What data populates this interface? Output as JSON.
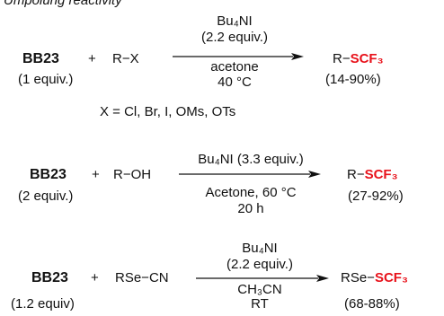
{
  "header": {
    "text": "Umpolung reactivity"
  },
  "reactions": [
    {
      "reagent": "BB23",
      "plus1": "+",
      "substrate": "R−X",
      "reagent_eq": "(1 equiv.)",
      "above": [
        "Bu₄NI",
        "(2.2 equiv.)"
      ],
      "below": [
        "acetone",
        "40 °C"
      ],
      "product_prefix": "R−",
      "product_group": "SCF₃",
      "yield": "(14-90%)",
      "note": "X = Cl, Br, I, OMs, OTs"
    },
    {
      "reagent": "BB23",
      "plus1": "+",
      "substrate": "R−OH",
      "reagent_eq": "(2 equiv.)",
      "above": [
        "Bu₄NI (3.3 equiv.)"
      ],
      "below": [
        "Acetone, 60 °C",
        "20 h"
      ],
      "product_prefix": "R−",
      "product_group": "SCF₃",
      "yield": "(27-92%)"
    },
    {
      "reagent": "BB23",
      "plus1": "+",
      "substrate": "RSe−CN",
      "reagent_eq": "(1.2 equiv)",
      "above": [
        "Bu₄NI",
        "(2.2 equiv.)"
      ],
      "below": [
        "CH₃CN",
        "RT"
      ],
      "product_prefix": "RSe−",
      "product_group": "SCF₃",
      "yield": "(68-88%)"
    }
  ],
  "colors": {
    "highlight": "#e8121b",
    "text": "#111111"
  }
}
